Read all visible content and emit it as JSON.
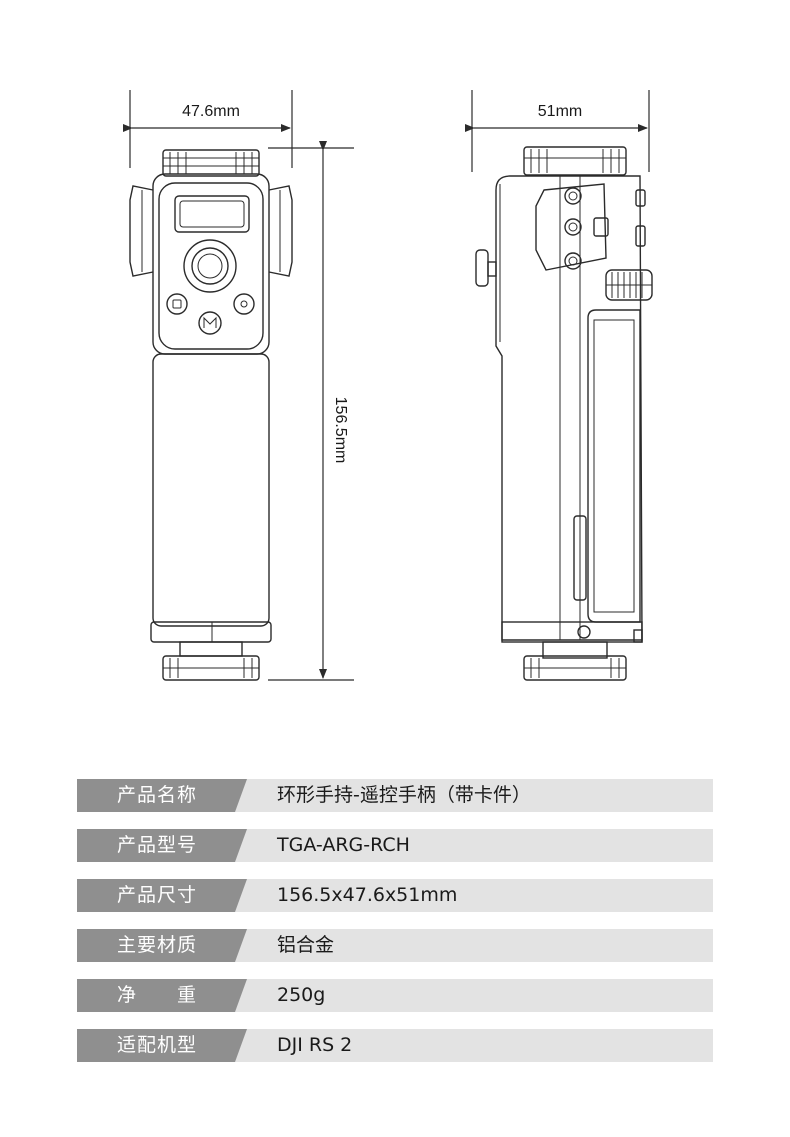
{
  "dimensions": {
    "width_front": "47.6mm",
    "width_side": "51mm",
    "height": "156.5mm"
  },
  "specs": [
    {
      "label": "产品名称",
      "value": "环形手持-遥控手柄（带卡件）"
    },
    {
      "label": "产品型号",
      "value": "TGA-ARG-RCH"
    },
    {
      "label": "产品尺寸",
      "value": "156.5x47.6x51mm"
    },
    {
      "label": "主要材质",
      "value": "铝合金"
    },
    {
      "label": "净　　重",
      "value": "250g"
    },
    {
      "label": "适配机型",
      "value": "DJI RS 2"
    }
  ]
}
